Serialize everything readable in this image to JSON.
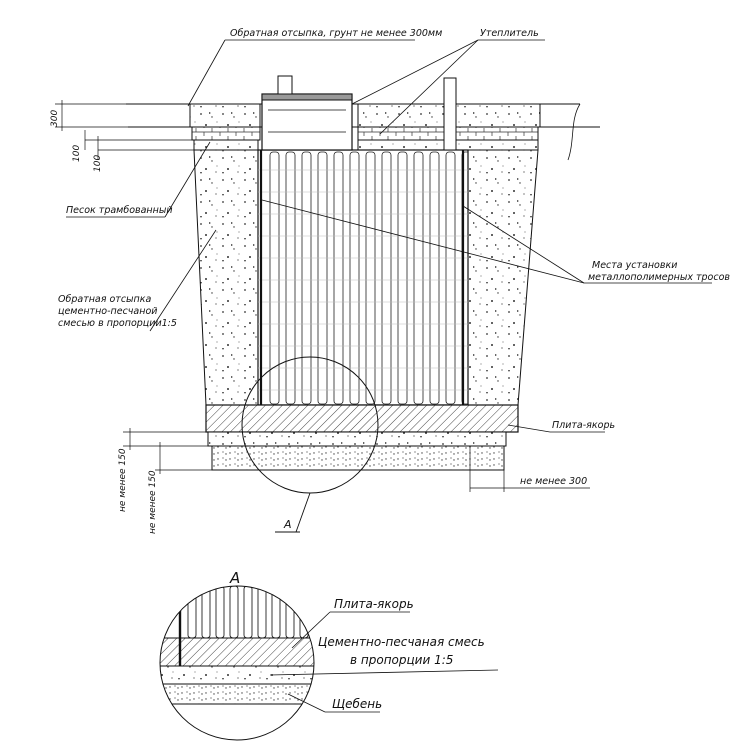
{
  "labels": {
    "backfill_soil": "Обратная отсыпка, грунт не менее 300мм",
    "insulation": "Утеплитель",
    "sand": "Песок трамбованный",
    "backfill_mix_1": "Обратная отсыпка",
    "backfill_mix_2": "цементно-песчаной",
    "backfill_mix_3": "смесью в пропорции1:5",
    "cables_1": "Места установки",
    "cables_2": "металлополимерных тросов",
    "anchor_plate": "Плита-якорь",
    "min_300": "не менее 300",
    "section_mark": "А",
    "detail_title": "А",
    "detail_anchor": "Плита-якорь",
    "detail_mix_1": "Цементно-песчаная смесь",
    "detail_mix_2": "в пропорции 1:5",
    "detail_gravel": "Щебень"
  },
  "dimensions": {
    "d300": "300",
    "d100a": "100",
    "d100b": "100",
    "d150a": "не менее 150",
    "d150b": "не менее 150"
  },
  "colors": {
    "line": "#111111",
    "fill": "#f2f2f2",
    "hatch": "#444444"
  }
}
